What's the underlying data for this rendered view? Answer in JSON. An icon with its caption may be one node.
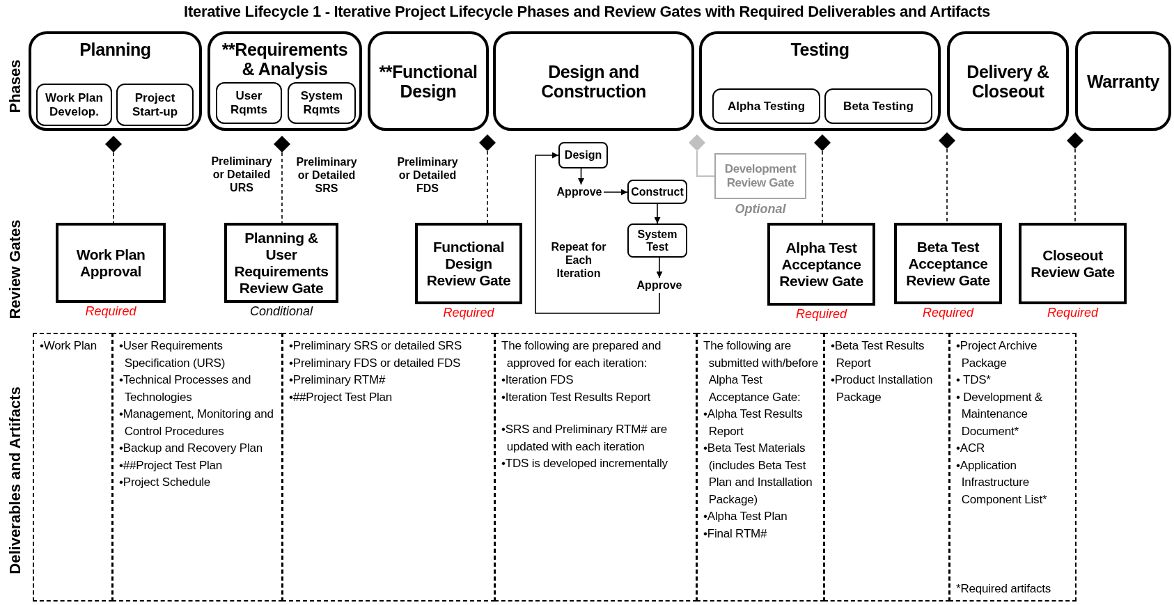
{
  "diagram": {
    "title": "Iterative Lifecycle 1 - Iterative Project Lifecycle Phases and Review Gates with Required Deliverables and Artifacts",
    "nodes": [
      {
        "text": [
          "Planning"
        ]
      },
      {
        "text": [
          "Work Plan Develop."
        ],
        "in": 0
      },
      {
        "text": [
          "Project Start-up"
        ],
        "in": 0
      },
      {
        "text": [
          "**Requirements & Analysis"
        ]
      },
      {
        "text": [
          "User Rqmts"
        ],
        "in": 3
      },
      {
        "text": [
          "System Rqmts"
        ],
        "in": 3
      },
      {
        "text": [
          "**Functional Design"
        ]
      },
      {
        "text": [
          "Design and Construction"
        ]
      },
      {
        "text": [
          "Testing"
        ]
      },
      {
        "text": [
          "Alpha Testing"
        ],
        "in": 8
      },
      {
        "text": [
          "Beta Testing"
        ],
        "in": 8
      },
      {
        "text": [
          "Delivery & Closeout"
        ]
      },
      {
        "text": [
          "Warranty"
        ]
      },
      {
        "text": [],
        "shape": "diamond"
      },
      {
        "text": [],
        "shape": "diamond"
      },
      {
        "text": [],
        "shape": "diamond"
      },
      {
        "text": [],
        "shape": "diamond"
      },
      {
        "text": [],
        "shape": "diamond"
      },
      {
        "text": [],
        "shape": "diamond"
      },
      {
        "text": [],
        "shape": "diamond"
      },
      {
        "text": [
          "Work Plan Approval"
        ],
        "beside": [
          "Required"
        ]
      },
      {
        "text": [
          "Planning & User Requirements Review Gate"
        ],
        "beside": [
          "Conditional"
        ]
      },
      {
        "text": [
          "Functional Design Review Gate"
        ],
        "beside": [
          "Required"
        ]
      },
      {
        "text": [
          "Development Review Gate"
        ],
        "beside": [
          "Optional"
        ]
      },
      {
        "text": [
          "Alpha Test Acceptance Review Gate"
        ],
        "beside": [
          "Required"
        ]
      },
      {
        "text": [
          "Beta Test Acceptance Review Gate"
        ],
        "beside": [
          "Required"
        ]
      },
      {
        "text": [
          "Closeout Review Gate"
        ],
        "beside": [
          "Required"
        ]
      },
      {
        "text": [
          "Design"
        ]
      },
      {
        "text": [
          "Approve"
        ]
      },
      {
        "text": [
          "Construct"
        ]
      },
      {
        "text": [
          "System Test"
        ]
      },
      {
        "text": [
          "Approve"
        ]
      },
      {
        "text": [
          "•Work Plan"
        ]
      },
      {
        "text": [
          "•User Requirements Specification (URS)",
          "•Technical Processes and Technologies",
          "•Management, Monitoring and Control Procedures",
          "•Backup and Recovery Plan",
          "•##Project Test Plan",
          "•Project Schedule"
        ]
      },
      {
        "text": [
          "•Preliminary SRS or detailed SRS",
          "•Preliminary FDS or detailed FDS",
          "•Preliminary RTM#",
          "•##Project Test Plan"
        ]
      },
      {
        "text": [
          "The following are prepared and approved for each iteration:",
          "•Iteration FDS",
          "•Iteration Test Results Report",
          "•SRS and Preliminary RTM# are updated with each iteration",
          "•TDS is developed incrementally"
        ]
      },
      {
        "text": [
          "The following are submitted with/before Alpha Test Acceptance Gate:",
          "•Alpha Test Results Report",
          "•Beta Test Materials (includes Beta Test Plan and Installation Package)",
          "•Alpha Test Plan",
          "•Final RTM#"
        ]
      },
      {
        "text": [
          "•Beta Test Results Report",
          "•Product Installation Package"
        ]
      },
      {
        "text": [
          "•Project Archive Package",
          "• TDS*",
          "• Development & Maintenance Document*",
          "•ACR",
          "•Application Infrastructure Component List*",
          "*Required artifacts"
        ]
      }
    ],
    "edges": [
      {
        "from": 13,
        "to": 20,
        "arrow": "none",
        "style": "dashed"
      },
      {
        "from": 14,
        "to": 21,
        "arrow": "none",
        "style": "dashed"
      },
      {
        "from": 15,
        "to": 22,
        "arrow": "none",
        "style": "dashed"
      },
      {
        "from": 16,
        "to": 23,
        "arrow": "none",
        "color": "#bfbfbf"
      },
      {
        "from": 17,
        "to": 24,
        "arrow": "none",
        "style": "dashed"
      },
      {
        "from": 18,
        "to": 25,
        "arrow": "none",
        "style": "dashed"
      },
      {
        "from": 19,
        "to": 26,
        "arrow": "none",
        "style": "dashed"
      },
      {
        "from": 27,
        "to": 28,
        "arrow": "to"
      },
      {
        "from": 28,
        "to": 29,
        "arrow": "to"
      },
      {
        "from": 29,
        "to": 30,
        "arrow": "to"
      },
      {
        "from": 30,
        "to": 31,
        "arrow": "to"
      },
      {
        "from": 31,
        "to": 27,
        "arrow": "to"
      }
    ],
    "labels": [
      "Phases",
      "Review Gates",
      "Deliverables and Artifacts",
      "Preliminary or Detailed URS",
      "Preliminary or Detailed SRS",
      "Preliminary or Detailed FDS",
      "Repeat for Each Iteration"
    ]
  }
}
